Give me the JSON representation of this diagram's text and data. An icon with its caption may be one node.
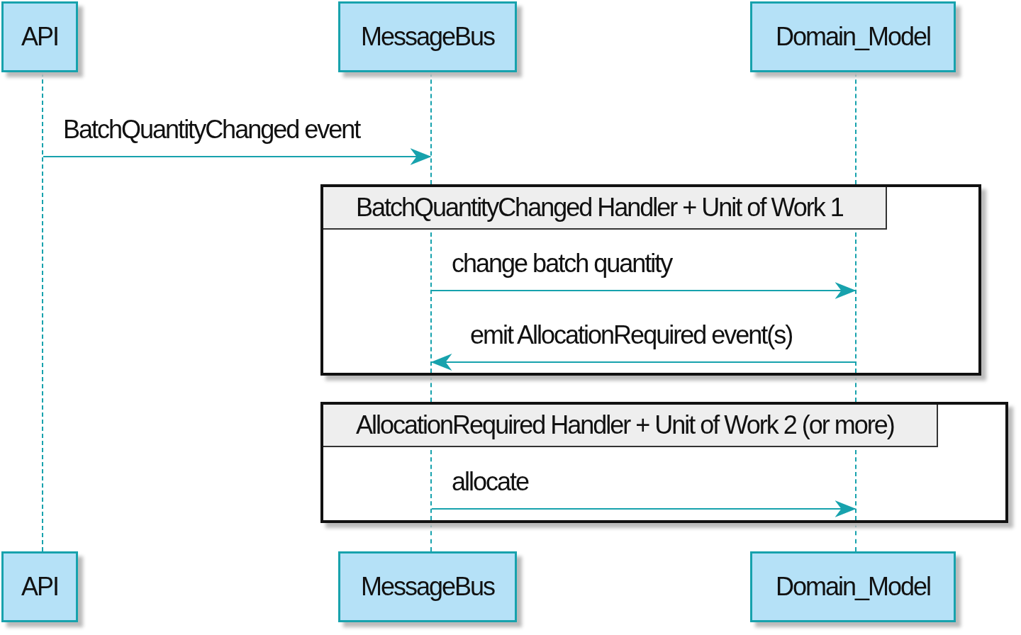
{
  "diagram": {
    "nodes": [
      {
        "text": [
          "API"
        ]
      },
      {
        "text": [
          "MessageBus"
        ]
      },
      {
        "text": [
          "Domain_Model"
        ]
      },
      {
        "text": [],
        "shape": "line"
      },
      {
        "text": [],
        "shape": "line"
      },
      {
        "text": [],
        "shape": "line"
      },
      {
        "text": [
          "BatchQuantityChanged Handler + Unit of Work 1"
        ]
      },
      {
        "text": [],
        "shape": "line",
        "in": 6
      },
      {
        "text": [],
        "shape": "line",
        "in": 6
      },
      {
        "text": [],
        "shape": "line"
      },
      {
        "text": [],
        "shape": "line"
      },
      {
        "text": [
          "AllocationRequired Handler + Unit of Work 2 (or more)"
        ]
      },
      {
        "text": [],
        "shape": "line",
        "in": 11
      },
      {
        "text": [],
        "shape": "line",
        "in": 11
      },
      {
        "text": [],
        "shape": "line"
      },
      {
        "text": [],
        "shape": "line"
      },
      {
        "text": [
          "API"
        ]
      },
      {
        "text": [
          "MessageBus"
        ]
      },
      {
        "text": [
          "Domain_Model"
        ]
      }
    ],
    "edges": [
      {
        "from": 3,
        "to": 4,
        "arrow": "to",
        "label": "BatchQuantityChanged event"
      },
      {
        "from": 7,
        "to": 8,
        "arrow": "to",
        "label": "change batch quantity"
      },
      {
        "from": 8,
        "to": 7,
        "arrow": "to",
        "label": "emit AllocationRequired event(s)"
      },
      {
        "from": 12,
        "to": 13,
        "arrow": "to",
        "label": "allocate"
      }
    ]
  }
}
